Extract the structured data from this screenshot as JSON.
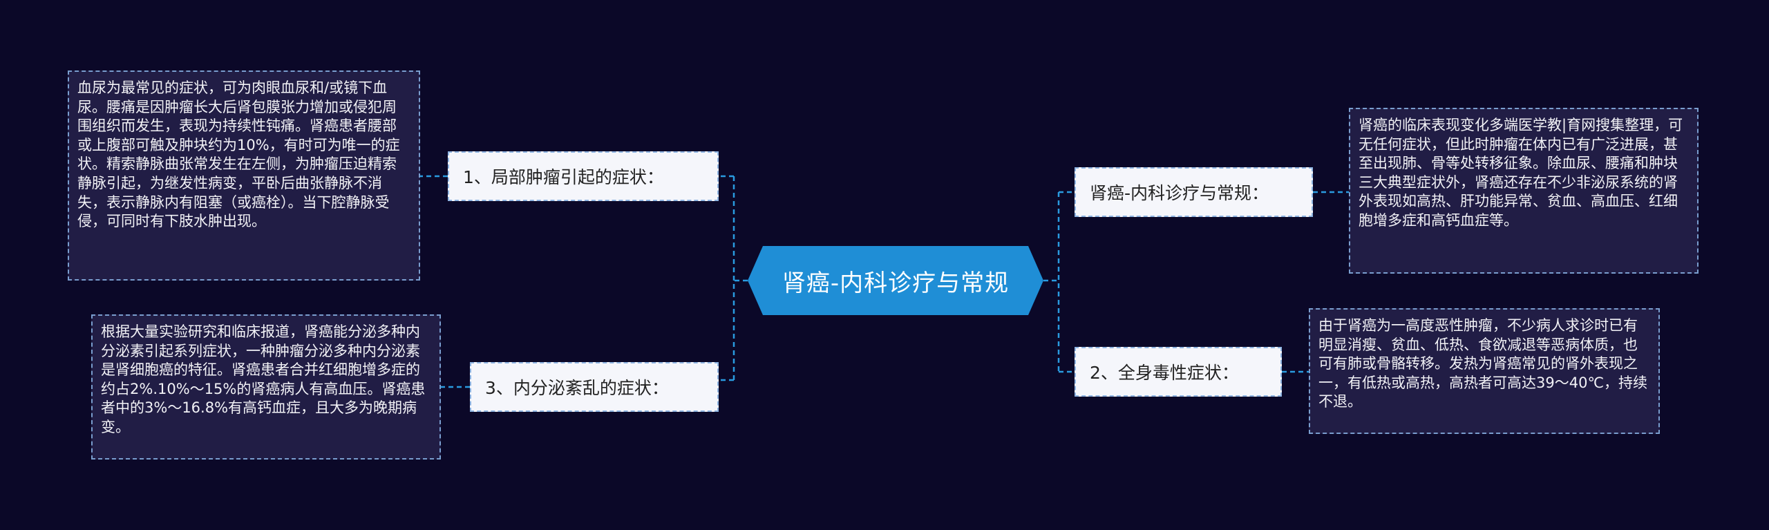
{
  "center": {
    "title": "肾癌-内科诊疗与常规"
  },
  "branches": {
    "local_symptoms": {
      "label": "1、局部肿瘤引起的症状：",
      "detail": "血尿为最常见的症状，可为肉眼血尿和/或镜下血尿。腰痛是因肿瘤长大后肾包膜张力增加或侵犯周围组织而发生，表现为持续性钝痛。肾癌患者腰部或上腹部可触及肿块约为10%，有时可为唯一的症状。精索静脉曲张常发生在左侧，为肿瘤压迫精索静脉引起，为继发性病变，平卧后曲张静脉不消失，表示静脉内有阻塞（或癌栓）。当下腔静脉受侵，可同时有下肢水肿出现。"
    },
    "endocrine_symptoms": {
      "label": "3、内分泌紊乱的症状：",
      "detail": "根据大量实验研究和临床报道，肾癌能分泌多种内分泌素引起系列症状，一种肿瘤分泌多种内分泌素是肾细胞癌的特征。肾癌患者合并红细胞增多症的约占2%.10%～15%的肾癌病人有高血压。肾癌患者中的3%～16.8%有高钙血症，且大多为晚期病变。"
    },
    "overview": {
      "label": "肾癌-内科诊疗与常规：",
      "detail": "肾癌的临床表现变化多端医学教|育网搜集整理，可无任何症状，但此时肿瘤在体内已有广泛进展，甚至出现肺、骨等处转移征象。除血尿、腰痛和肿块三大典型症状外，肾癌还存在不少非泌尿系统的肾外表现如高热、肝功能异常、贫血、高血压、红细胞增多症和高钙血症等。"
    },
    "systemic_symptoms": {
      "label": "2、全身毒性症状：",
      "detail": "由于肾癌为一高度恶性肿瘤，不少病人求诊时已有明显消瘦、贫血、低热、食欲减退等恶病体质，也可有肺或骨骼转移。发热为肾癌常见的肾外表现之一，有低热或高热，高热者可高达39～40℃，持续不退。"
    }
  },
  "colors": {
    "background": "#0b0828",
    "center_fill": "#1f8ed6",
    "connector": "#2a9be0",
    "leaf_fill": "#211d45"
  }
}
